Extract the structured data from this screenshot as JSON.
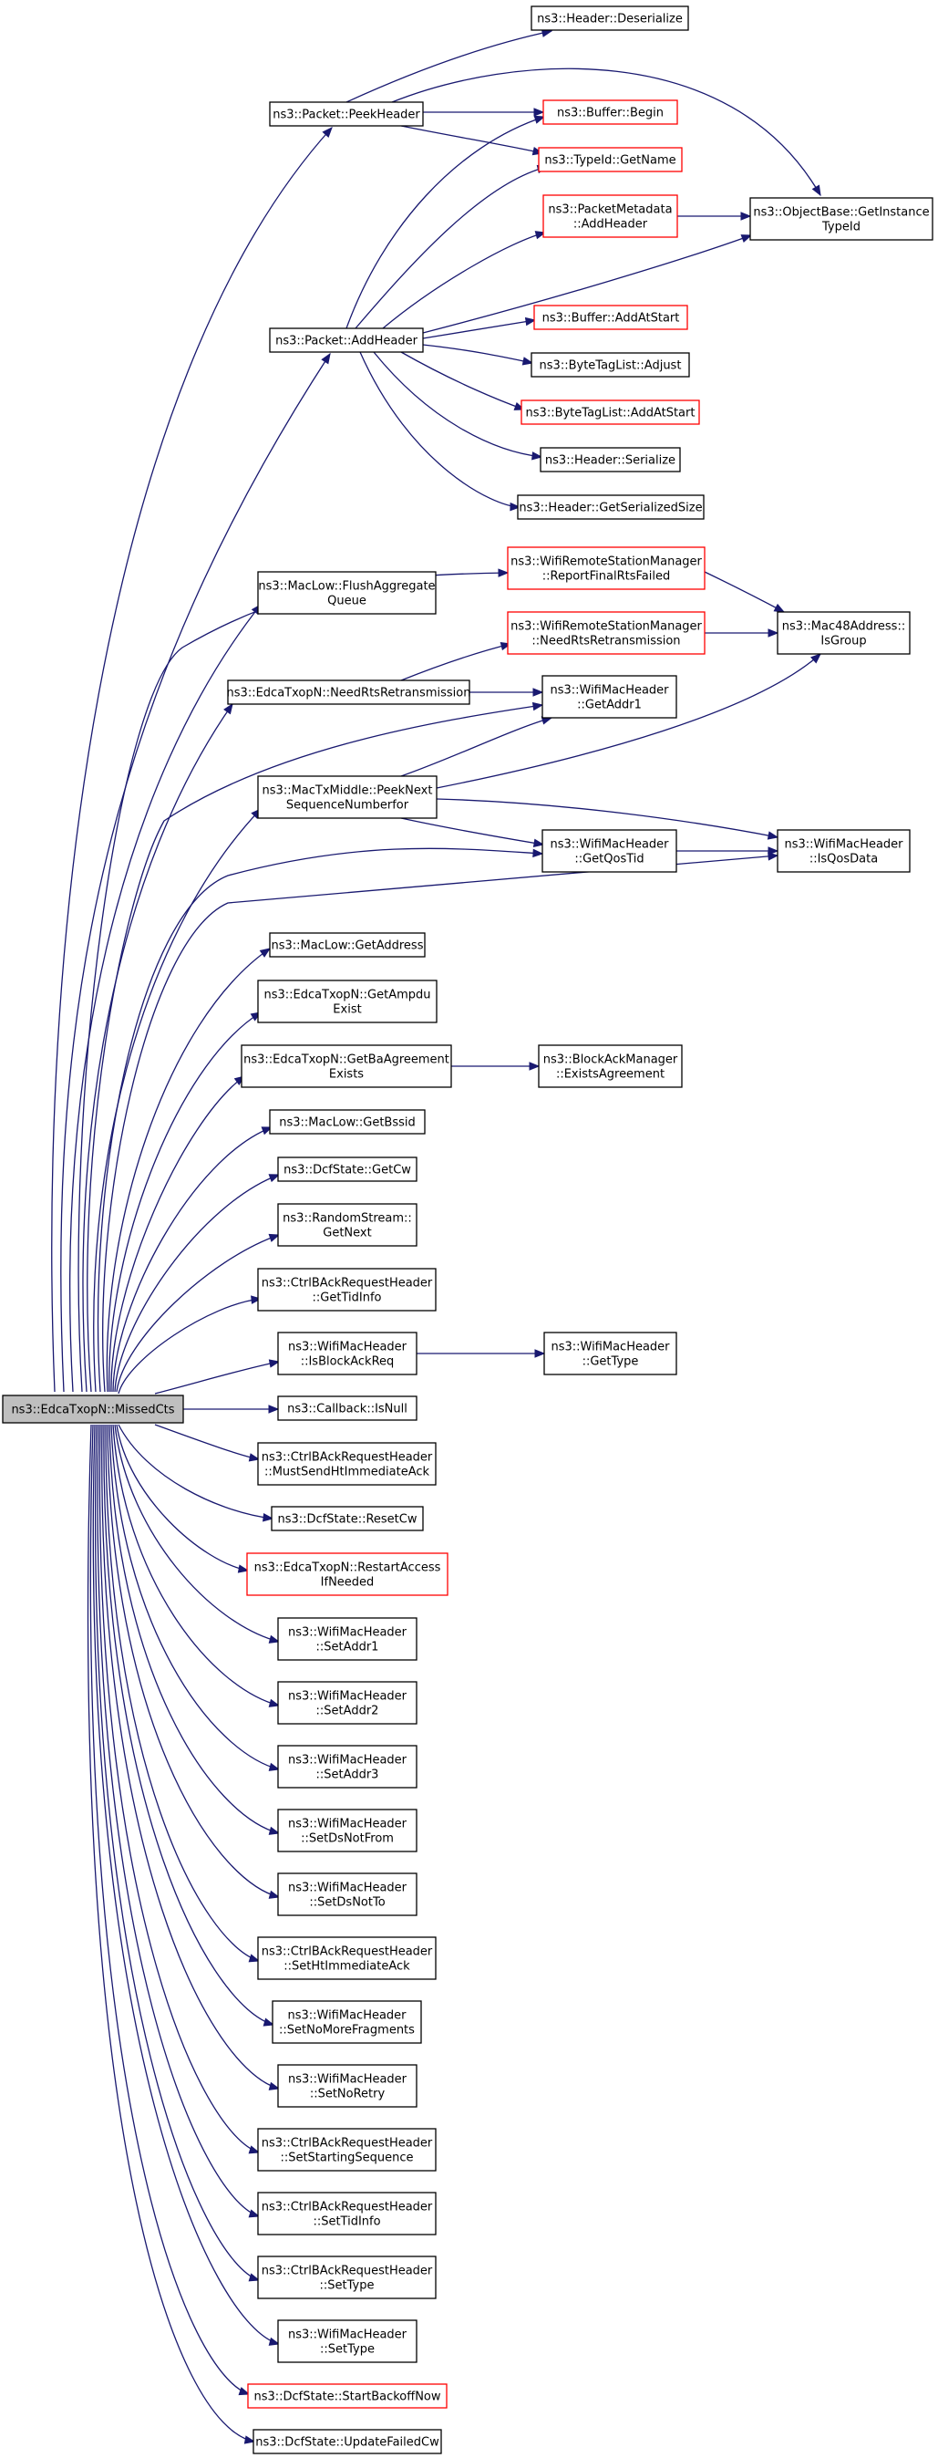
{
  "diagram": {
    "kind": "call-graph",
    "colors": {
      "edge": "#191970",
      "node_border": "#000000",
      "node_border_truncated": "#ff0000",
      "root_fill": "#bfbfbf",
      "node_fill": "#ffffff"
    },
    "nodes": [
      {
        "id": "root",
        "lines": [
          "ns3::EdcaTxopN::MissedCts"
        ],
        "style": "root"
      },
      {
        "id": "peekheader",
        "lines": [
          "ns3::Packet::PeekHeader"
        ],
        "style": "normal"
      },
      {
        "id": "addheader",
        "lines": [
          "ns3::Packet::AddHeader"
        ],
        "style": "normal"
      },
      {
        "id": "flushagg",
        "lines": [
          "ns3::MacLow::FlushAggregate",
          "Queue"
        ],
        "style": "normal"
      },
      {
        "id": "needrts",
        "lines": [
          "ns3::EdcaTxopN::NeedRtsRetransmission"
        ],
        "style": "normal"
      },
      {
        "id": "peeknextseq",
        "lines": [
          "ns3::MacTxMiddle::PeekNext",
          "SequenceNumberfor"
        ],
        "style": "normal"
      },
      {
        "id": "getaddress",
        "lines": [
          "ns3::MacLow::GetAddress"
        ],
        "style": "normal"
      },
      {
        "id": "getampdu",
        "lines": [
          "ns3::EdcaTxopN::GetAmpdu",
          "Exist"
        ],
        "style": "normal"
      },
      {
        "id": "getbaagr",
        "lines": [
          "ns3::EdcaTxopN::GetBaAgreement",
          "Exists"
        ],
        "style": "normal"
      },
      {
        "id": "getbssid",
        "lines": [
          "ns3::MacLow::GetBssid"
        ],
        "style": "normal"
      },
      {
        "id": "getcw",
        "lines": [
          "ns3::DcfState::GetCw"
        ],
        "style": "normal"
      },
      {
        "id": "getnext",
        "lines": [
          "ns3::RandomStream::",
          "GetNext"
        ],
        "style": "normal"
      },
      {
        "id": "gettidinfo",
        "lines": [
          "ns3::CtrlBAckRequestHeader",
          "::GetTidInfo"
        ],
        "style": "normal"
      },
      {
        "id": "isblockackreq",
        "lines": [
          "ns3::WifiMacHeader",
          "::IsBlockAckReq"
        ],
        "style": "normal"
      },
      {
        "id": "isnull",
        "lines": [
          "ns3::Callback::IsNull"
        ],
        "style": "normal"
      },
      {
        "id": "mustsend",
        "lines": [
          "ns3::CtrlBAckRequestHeader",
          "::MustSendHtImmediateAck"
        ],
        "style": "normal"
      },
      {
        "id": "resetcw",
        "lines": [
          "ns3::DcfState::ResetCw"
        ],
        "style": "normal"
      },
      {
        "id": "restartaccess",
        "lines": [
          "ns3::EdcaTxopN::RestartAccess",
          "IfNeeded"
        ],
        "style": "truncated"
      },
      {
        "id": "setaddr1",
        "lines": [
          "ns3::WifiMacHeader",
          "::SetAddr1"
        ],
        "style": "normal"
      },
      {
        "id": "setaddr2",
        "lines": [
          "ns3::WifiMacHeader",
          "::SetAddr2"
        ],
        "style": "normal"
      },
      {
        "id": "setaddr3",
        "lines": [
          "ns3::WifiMacHeader",
          "::SetAddr3"
        ],
        "style": "normal"
      },
      {
        "id": "setdsnotfrom",
        "lines": [
          "ns3::WifiMacHeader",
          "::SetDsNotFrom"
        ],
        "style": "normal"
      },
      {
        "id": "setdsnotto",
        "lines": [
          "ns3::WifiMacHeader",
          "::SetDsNotTo"
        ],
        "style": "normal"
      },
      {
        "id": "sethtimm",
        "lines": [
          "ns3::CtrlBAckRequestHeader",
          "::SetHtImmediateAck"
        ],
        "style": "normal"
      },
      {
        "id": "setnomorefrag",
        "lines": [
          "ns3::WifiMacHeader",
          "::SetNoMoreFragments"
        ],
        "style": "normal"
      },
      {
        "id": "setnoretry",
        "lines": [
          "ns3::WifiMacHeader",
          "::SetNoRetry"
        ],
        "style": "normal"
      },
      {
        "id": "setstartseq",
        "lines": [
          "ns3::CtrlBAckRequestHeader",
          "::SetStartingSequence"
        ],
        "style": "normal"
      },
      {
        "id": "settidinfo",
        "lines": [
          "ns3::CtrlBAckRequestHeader",
          "::SetTidInfo"
        ],
        "style": "normal"
      },
      {
        "id": "settypebar",
        "lines": [
          "ns3::CtrlBAckRequestHeader",
          "::SetType"
        ],
        "style": "normal"
      },
      {
        "id": "settypemac",
        "lines": [
          "ns3::WifiMacHeader",
          "::SetType"
        ],
        "style": "normal"
      },
      {
        "id": "startbackoff",
        "lines": [
          "ns3::DcfState::StartBackoffNow"
        ],
        "style": "truncated"
      },
      {
        "id": "updatefailed",
        "lines": [
          "ns3::DcfState::UpdateFailedCw"
        ],
        "style": "normal"
      },
      {
        "id": "deserialize",
        "lines": [
          "ns3::Header::Deserialize"
        ],
        "style": "normal"
      },
      {
        "id": "bufbegin",
        "lines": [
          "ns3::Buffer::Begin"
        ],
        "style": "truncated"
      },
      {
        "id": "typeidgetname",
        "lines": [
          "ns3::TypeId::GetName"
        ],
        "style": "truncated"
      },
      {
        "id": "pktmetaadd",
        "lines": [
          "ns3::PacketMetadata",
          "::AddHeader"
        ],
        "style": "truncated"
      },
      {
        "id": "bufaddatstart",
        "lines": [
          "ns3::Buffer::AddAtStart"
        ],
        "style": "truncated"
      },
      {
        "id": "btladjust",
        "lines": [
          "ns3::ByteTagList::Adjust"
        ],
        "style": "normal"
      },
      {
        "id": "btladdatstart",
        "lines": [
          "ns3::ByteTagList::AddAtStart"
        ],
        "style": "truncated"
      },
      {
        "id": "hdrserialize",
        "lines": [
          "ns3::Header::Serialize"
        ],
        "style": "normal"
      },
      {
        "id": "hdrgetsize",
        "lines": [
          "ns3::Header::GetSerializedSize"
        ],
        "style": "normal"
      },
      {
        "id": "reportfinal",
        "lines": [
          "ns3::WifiRemoteStationManager",
          "::ReportFinalRtsFailed"
        ],
        "style": "truncated"
      },
      {
        "id": "wrsmneedrts",
        "lines": [
          "ns3::WifiRemoteStationManager",
          "::NeedRtsRetransmission"
        ],
        "style": "truncated"
      },
      {
        "id": "getaddr1",
        "lines": [
          "ns3::WifiMacHeader",
          "::GetAddr1"
        ],
        "style": "normal"
      },
      {
        "id": "getqostid",
        "lines": [
          "ns3::WifiMacHeader",
          "::GetQosTid"
        ],
        "style": "normal"
      },
      {
        "id": "existsagr",
        "lines": [
          "ns3::BlockAckManager",
          "::ExistsAgreement"
        ],
        "style": "normal"
      },
      {
        "id": "gettype",
        "lines": [
          "ns3::WifiMacHeader",
          "::GetType"
        ],
        "style": "normal"
      },
      {
        "id": "objbase",
        "lines": [
          "ns3::ObjectBase::GetInstance",
          "TypeId"
        ],
        "style": "normal"
      },
      {
        "id": "isgroup",
        "lines": [
          "ns3::Mac48Address::",
          "IsGroup"
        ],
        "style": "normal"
      },
      {
        "id": "isqosdata",
        "lines": [
          "ns3::WifiMacHeader",
          "::IsQosData"
        ],
        "style": "normal"
      }
    ],
    "edges": [
      [
        "root",
        "peekheader"
      ],
      [
        "root",
        "addheader"
      ],
      [
        "root",
        "flushagg"
      ],
      [
        "root",
        "reportfinal"
      ],
      [
        "root",
        "needrts"
      ],
      [
        "root",
        "getaddr1"
      ],
      [
        "root",
        "peeknextseq"
      ],
      [
        "root",
        "getqostid"
      ],
      [
        "root",
        "isqosdata"
      ],
      [
        "root",
        "getaddress"
      ],
      [
        "root",
        "getampdu"
      ],
      [
        "root",
        "getbaagr"
      ],
      [
        "root",
        "getbssid"
      ],
      [
        "root",
        "getcw"
      ],
      [
        "root",
        "getnext"
      ],
      [
        "root",
        "gettidinfo"
      ],
      [
        "root",
        "isblockackreq"
      ],
      [
        "root",
        "isnull"
      ],
      [
        "root",
        "mustsend"
      ],
      [
        "root",
        "resetcw"
      ],
      [
        "root",
        "restartaccess"
      ],
      [
        "root",
        "setaddr1"
      ],
      [
        "root",
        "setaddr2"
      ],
      [
        "root",
        "setaddr3"
      ],
      [
        "root",
        "setdsnotfrom"
      ],
      [
        "root",
        "setdsnotto"
      ],
      [
        "root",
        "sethtimm"
      ],
      [
        "root",
        "setnomorefrag"
      ],
      [
        "root",
        "setnoretry"
      ],
      [
        "root",
        "setstartseq"
      ],
      [
        "root",
        "settidinfo"
      ],
      [
        "root",
        "settypebar"
      ],
      [
        "root",
        "settypemac"
      ],
      [
        "root",
        "startbackoff"
      ],
      [
        "root",
        "updatefailed"
      ],
      [
        "peekheader",
        "deserialize"
      ],
      [
        "peekheader",
        "bufbegin"
      ],
      [
        "peekheader",
        "typeidgetname"
      ],
      [
        "peekheader",
        "objbase"
      ],
      [
        "addheader",
        "bufbegin"
      ],
      [
        "addheader",
        "typeidgetname"
      ],
      [
        "addheader",
        "pktmetaadd"
      ],
      [
        "addheader",
        "objbase"
      ],
      [
        "addheader",
        "bufaddatstart"
      ],
      [
        "addheader",
        "btladjust"
      ],
      [
        "addheader",
        "btladdatstart"
      ],
      [
        "addheader",
        "hdrserialize"
      ],
      [
        "addheader",
        "hdrgetsize"
      ],
      [
        "pktmetaadd",
        "objbase"
      ],
      [
        "reportfinal",
        "isgroup"
      ],
      [
        "wrsmneedrts",
        "isgroup"
      ],
      [
        "needrts",
        "wrsmneedrts"
      ],
      [
        "needrts",
        "getaddr1"
      ],
      [
        "peeknextseq",
        "getaddr1"
      ],
      [
        "peeknextseq",
        "isgroup"
      ],
      [
        "peeknextseq",
        "getqostid"
      ],
      [
        "peeknextseq",
        "isqosdata"
      ],
      [
        "getqostid",
        "isqosdata"
      ],
      [
        "getbaagr",
        "existsagr"
      ],
      [
        "isblockackreq",
        "gettype"
      ]
    ]
  }
}
